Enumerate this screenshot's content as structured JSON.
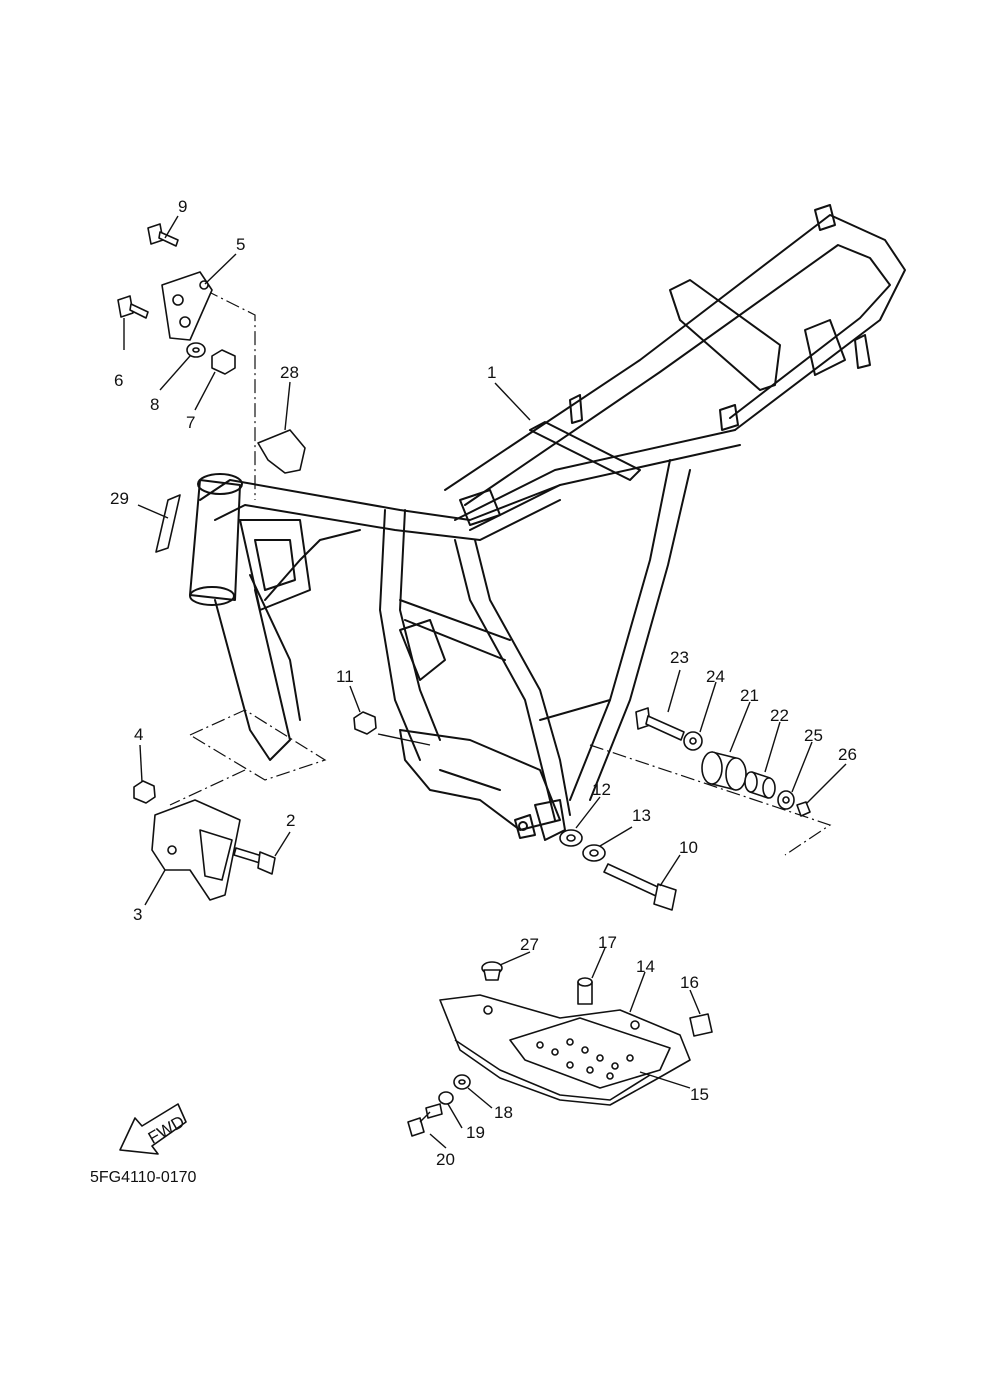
{
  "callouts": [
    {
      "id": "1",
      "text": "1"
    },
    {
      "id": "2",
      "text": "2"
    },
    {
      "id": "3",
      "text": "3"
    },
    {
      "id": "4",
      "text": "4"
    },
    {
      "id": "5",
      "text": "5"
    },
    {
      "id": "6",
      "text": "6"
    },
    {
      "id": "7",
      "text": "7"
    },
    {
      "id": "8",
      "text": "8"
    },
    {
      "id": "9",
      "text": "9"
    },
    {
      "id": "10",
      "text": "10"
    },
    {
      "id": "11",
      "text": "11"
    },
    {
      "id": "12",
      "text": "12"
    },
    {
      "id": "13",
      "text": "13"
    },
    {
      "id": "14",
      "text": "14"
    },
    {
      "id": "15",
      "text": "15"
    },
    {
      "id": "16",
      "text": "16"
    },
    {
      "id": "17",
      "text": "17"
    },
    {
      "id": "18",
      "text": "18"
    },
    {
      "id": "19",
      "text": "19"
    },
    {
      "id": "20",
      "text": "20"
    },
    {
      "id": "21",
      "text": "21"
    },
    {
      "id": "22",
      "text": "22"
    },
    {
      "id": "23",
      "text": "23"
    },
    {
      "id": "24",
      "text": "24"
    },
    {
      "id": "25",
      "text": "25"
    },
    {
      "id": "26",
      "text": "26"
    },
    {
      "id": "27",
      "text": "27"
    },
    {
      "id": "28",
      "text": "28"
    },
    {
      "id": "29",
      "text": "29"
    }
  ],
  "fwd_arrow_label": "FWD",
  "diagram_code": "5FG4110-0170"
}
